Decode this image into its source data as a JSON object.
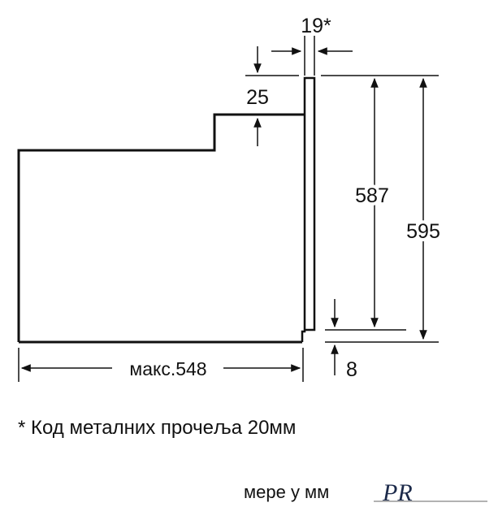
{
  "diagram": {
    "dimensions": {
      "panel_thickness": "19*",
      "top_step": "25",
      "inner_height": "587",
      "total_height": "595",
      "bottom_offset": "8",
      "max_depth": "макс.548"
    },
    "note": "* Код металних прочеља 20мм",
    "footer_text": "мере у мм",
    "logo_text": "PR",
    "colors": {
      "line": "#111111",
      "background": "#ffffff"
    }
  }
}
